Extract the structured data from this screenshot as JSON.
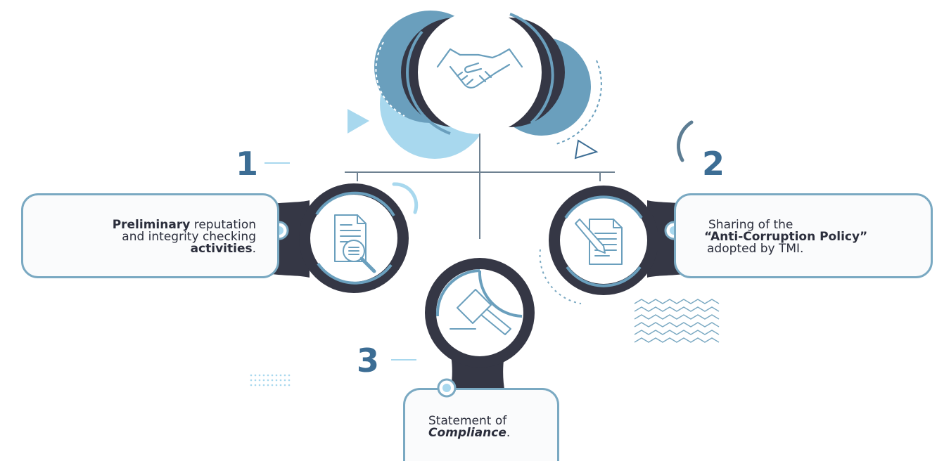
{
  "steps": [
    {
      "number": "1",
      "text_bold_1": "Preliminary",
      "text_1": " reputation",
      "text_2": "and integrity checking",
      "text_bold_3": "activities",
      "text_3_end": "."
    },
    {
      "number": "2",
      "text_1": "Sharing of the",
      "text_bold_2": "“Anti-Corruption Policy”",
      "text_3": "adopted by TMI."
    },
    {
      "number": "3",
      "text_1": "Statement of",
      "text_italic_bold_2": "Compliance",
      "text_2_end": "."
    }
  ],
  "icons": {
    "center": "handshake-icon",
    "step1": "document-magnifier-icon",
    "step2": "document-pencil-icon",
    "step3": "gavel-icon"
  },
  "colors": {
    "dark": "#353745",
    "accent_blue": "#3c6d94",
    "mid_blue": "#6a9fbd",
    "light_blue": "#a8d8ee",
    "stroke": "#7aa9c2"
  }
}
